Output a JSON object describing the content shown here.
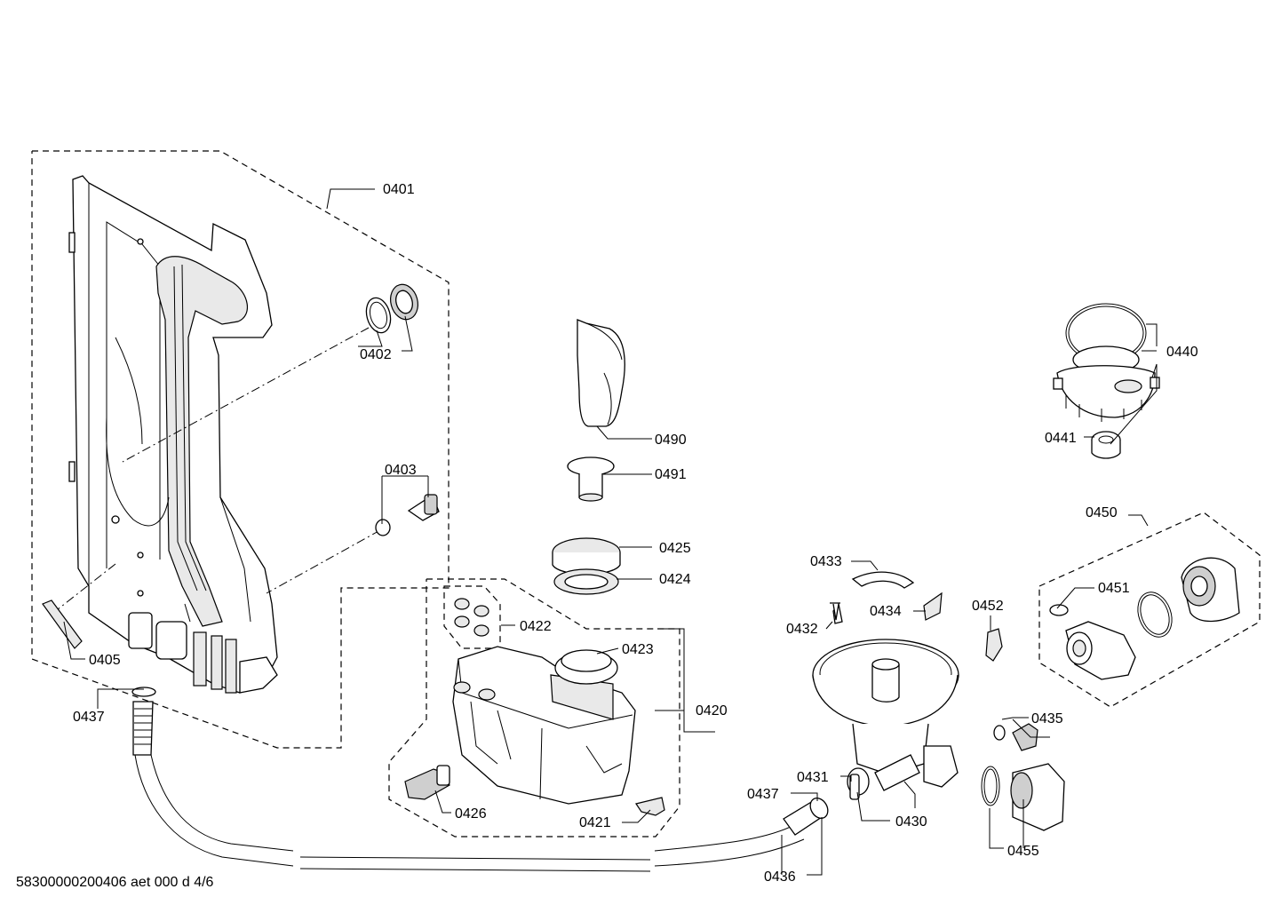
{
  "footer": {
    "document_code": "58300000200406 aet 000 d 4/6"
  },
  "parts": {
    "p0401": "0401",
    "p0402": "0402",
    "p0403": "0403",
    "p0405": "0405",
    "p0437a": "0437",
    "p0490": "0490",
    "p0491": "0491",
    "p0425": "0425",
    "p0424": "0424",
    "p0422": "0422",
    "p0423": "0423",
    "p0420": "0420",
    "p0426": "0426",
    "p0421": "0421",
    "p0440": "0440",
    "p0441": "0441",
    "p0450": "0450",
    "p0451": "0451",
    "p0433": "0433",
    "p0432": "0432",
    "p0434": "0434",
    "p0452": "0452",
    "p0435": "0435",
    "p0431": "0431",
    "p0437b": "0437",
    "p0430": "0430",
    "p0455": "0455",
    "p0436": "0436"
  }
}
